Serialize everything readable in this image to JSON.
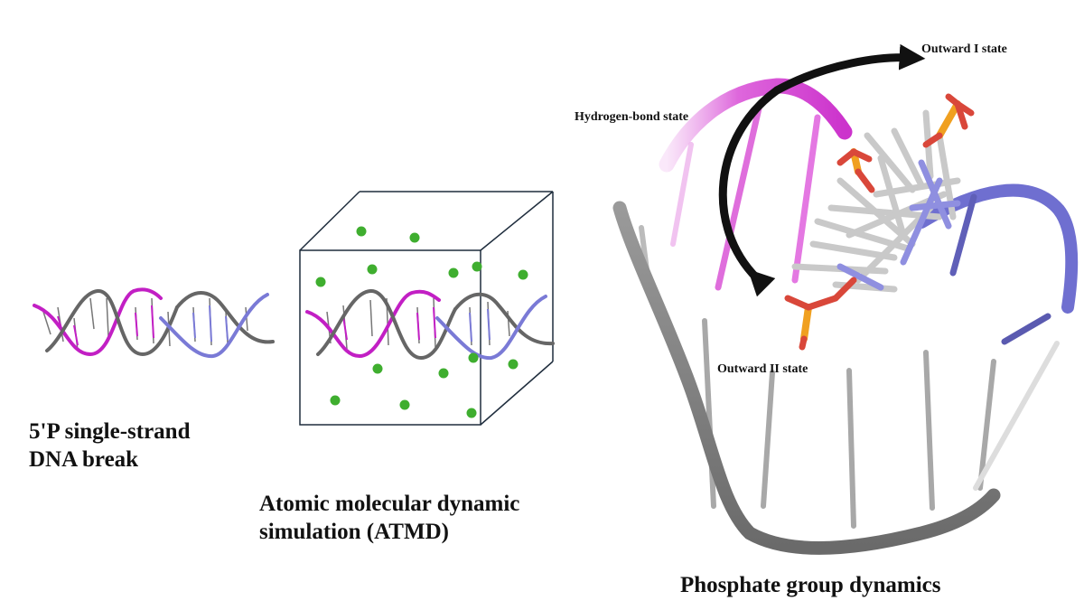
{
  "labels": {
    "dna_break_line1": "5'P single-strand",
    "dna_break_line2": "DNA break",
    "atmd_line1": "Atomic molecular dynamic",
    "atmd_line2": "simulation (ATMD)",
    "phosphate": "Phosphate group dynamics",
    "outward1": "Outward I state",
    "hbond": "Hydrogen-bond state",
    "outward2": "Outward II state"
  },
  "colors": {
    "magenta_strand": "#c21fc4",
    "gray_strand": "#666666",
    "blue_strand": "#7a7ad6",
    "ion_green": "#3fae2f",
    "box_edge": "#1f2d3d",
    "phosphorus_orange": "#f0a020",
    "oxygen_red": "#d9473a"
  }
}
